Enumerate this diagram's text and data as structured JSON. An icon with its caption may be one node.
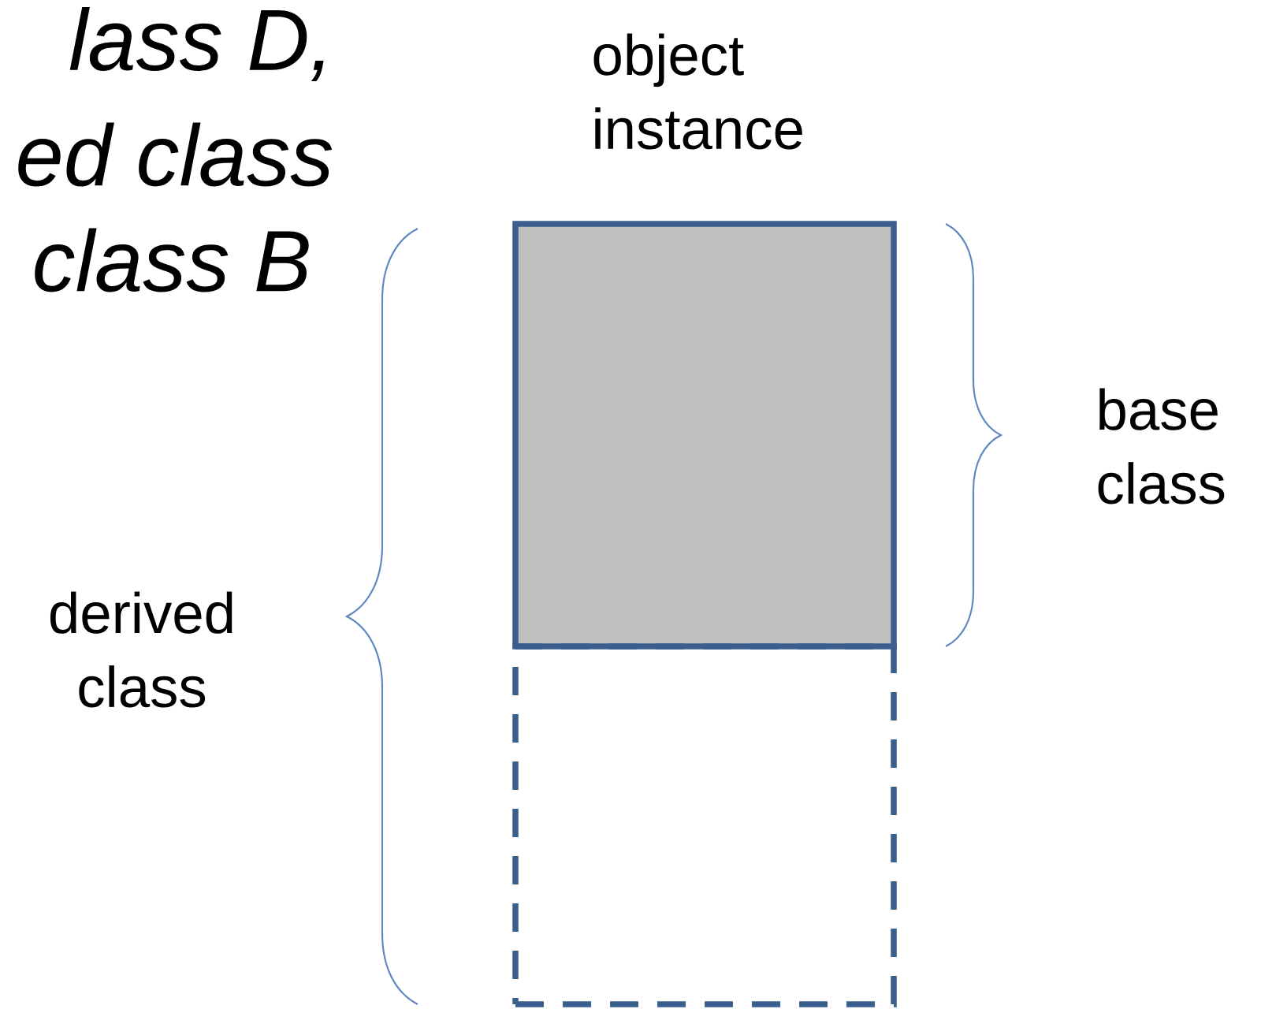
{
  "diagram": {
    "nodes": [
      {
        "text": [],
        "shape": "box"
      },
      {
        "text": [],
        "shape": "box"
      }
    ],
    "labels": [
      "lass D,",
      "ed class",
      "class B",
      "object instance",
      "base class",
      "derived class"
    ]
  }
}
